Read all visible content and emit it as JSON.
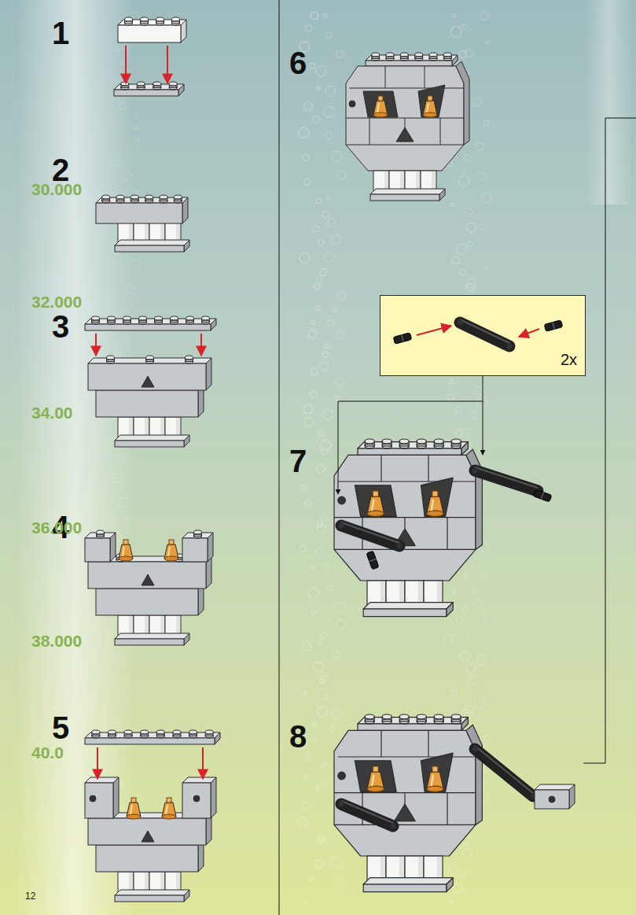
{
  "diagram": {
    "nodes": [
      {
        "text": [
          "2x"
        ]
      }
    ],
    "labels": [
      "1",
      "2",
      "3",
      "4",
      "5",
      "6",
      "7",
      "8",
      "30.000",
      "32.000",
      "34.00",
      "36.000",
      "38.000",
      "40.0",
      "12"
    ]
  }
}
